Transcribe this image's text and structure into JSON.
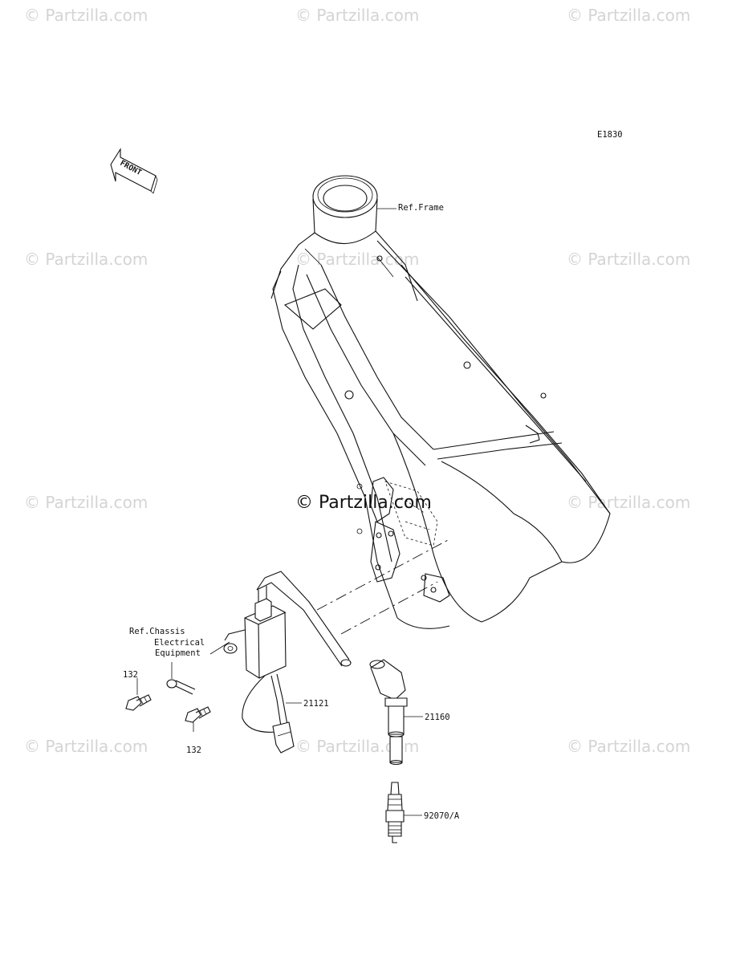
{
  "diagram": {
    "code": "E1830",
    "front_label": "FRONT",
    "watermark_text": "© Partzilla.com",
    "center_watermark": "© Partzilla.com",
    "callouts": {
      "ref_frame": "Ref.Frame",
      "ref_chassis_line1": "Ref.Chassis",
      "ref_chassis_line2": "Electrical",
      "ref_chassis_line3": "Equipment",
      "bolt_a": "132",
      "bolt_b": "132",
      "ignition_coil": "21121",
      "plug_cap": "21160",
      "spark_plug": "92070/A"
    }
  }
}
